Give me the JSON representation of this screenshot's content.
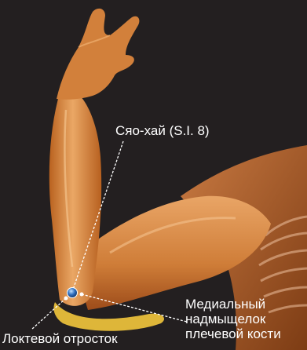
{
  "labels": {
    "acupoint": "Сяо-хай (S.I. 8)",
    "olecranon": "Локтевой отросток",
    "epicondyle_line1": "Медиальный",
    "epicondyle_line2": "надмыщелок",
    "epicondyle_line3": "плечевой кости"
  },
  "colors": {
    "background": "#231f20",
    "muscle_light": "#e9a566",
    "muscle_dark": "#a8551f",
    "bone_highlight": "#f3c63c",
    "point_marker": "#2f6fc0",
    "label_text": "#ffffff",
    "leader_line": "#ffffff"
  }
}
